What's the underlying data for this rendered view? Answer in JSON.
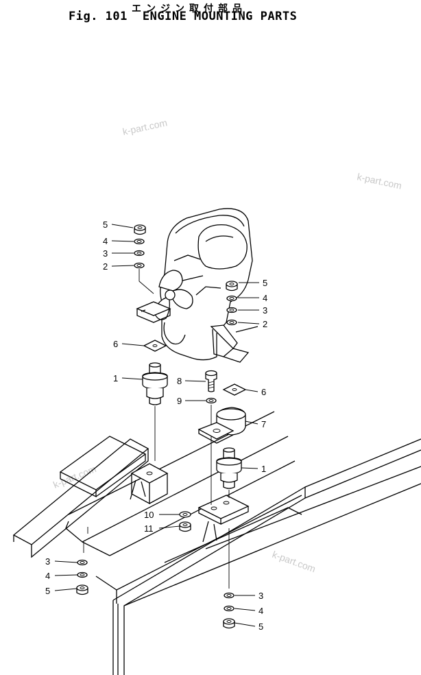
{
  "header": {
    "title_jp": "エンジン取付部品",
    "fig_label": "Fig. 101",
    "title_en": "ENGINE MOUNTING PARTS"
  },
  "watermark": "k-part.com",
  "callouts": [
    {
      "id": "c1",
      "label": "5"
    },
    {
      "id": "c2",
      "label": "4"
    },
    {
      "id": "c3",
      "label": "3"
    },
    {
      "id": "c4",
      "label": "2"
    },
    {
      "id": "c5",
      "label": "5"
    },
    {
      "id": "c6",
      "label": "4"
    },
    {
      "id": "c7",
      "label": "3"
    },
    {
      "id": "c8",
      "label": "2"
    },
    {
      "id": "c9",
      "label": "6"
    },
    {
      "id": "c10",
      "label": "1"
    },
    {
      "id": "c11",
      "label": "8"
    },
    {
      "id": "c12",
      "label": "6"
    },
    {
      "id": "c13",
      "label": "9"
    },
    {
      "id": "c14",
      "label": "7"
    },
    {
      "id": "c15",
      "label": "1"
    },
    {
      "id": "c16",
      "label": "10"
    },
    {
      "id": "c17",
      "label": "11"
    },
    {
      "id": "c18",
      "label": "3"
    },
    {
      "id": "c19",
      "label": "4"
    },
    {
      "id": "c20",
      "label": "5"
    },
    {
      "id": "c21",
      "label": "3"
    },
    {
      "id": "c22",
      "label": "4"
    },
    {
      "id": "c23",
      "label": "5"
    }
  ]
}
